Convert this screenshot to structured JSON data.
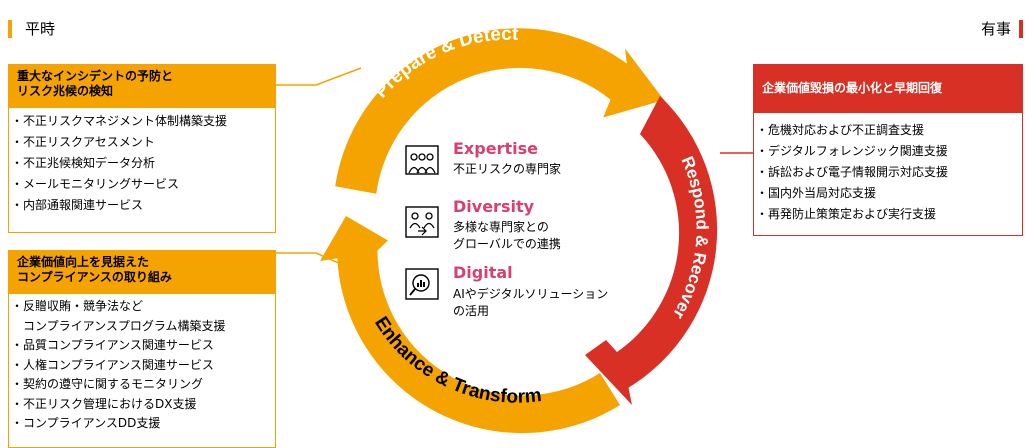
{
  "headers": {
    "left": "平時",
    "right": "有事"
  },
  "cycle": {
    "prepare_label": "Prepare & Detect",
    "respond_label": "Respond & Recover",
    "enhance_label": "Enhance & Transform"
  },
  "center": [
    {
      "title": "Expertise",
      "lines": [
        "不正リスクの専門家"
      ],
      "icon": "expert-people-icon"
    },
    {
      "title": "Diversity",
      "lines": [
        "多様な専門家との",
        "グローバルでの連携"
      ],
      "icon": "collaboration-icon"
    },
    {
      "title": "Digital",
      "lines": [
        "AIやデジタルソリューション",
        "の活用"
      ],
      "icon": "analytics-magnifier-icon"
    }
  ],
  "boxes": {
    "prepare": {
      "title": [
        "重大なインシデントの予防と",
        "リスク兆候の検知"
      ],
      "items": [
        "不正リスクマネジメント体制構築支援",
        "不正リスクアセスメント",
        "不正兆候検知データ分析",
        "メールモニタリングサービス",
        "内部通報関連サービス"
      ]
    },
    "enhance": {
      "title": [
        "企業価値向上を見据えた",
        "コンプライアンスの取り組み"
      ],
      "items": [
        "反贈収賄・競争法など",
        "品質コンプライアンス関連サービス",
        "人権コンプライアンス関連サービス",
        "契約の遵守に関するモニタリング",
        "不正リスク管理におけるDX支援",
        "コンプライアンスDD支援"
      ],
      "item0_line2": "コンプライアンスプログラム構築支援"
    },
    "respond": {
      "title": "企業価値毀損の最小化と早期回復",
      "items": [
        "危機対応および不正調査支援",
        "デジタルフォレンジック関連支援",
        "訴訟および電子情報開示対応支援",
        "国内外当局対応支援",
        "再発防止策策定および実行支援"
      ]
    }
  },
  "colors": {
    "orange": "#f5a300",
    "red": "#d93025",
    "pink": "#d8406e"
  }
}
